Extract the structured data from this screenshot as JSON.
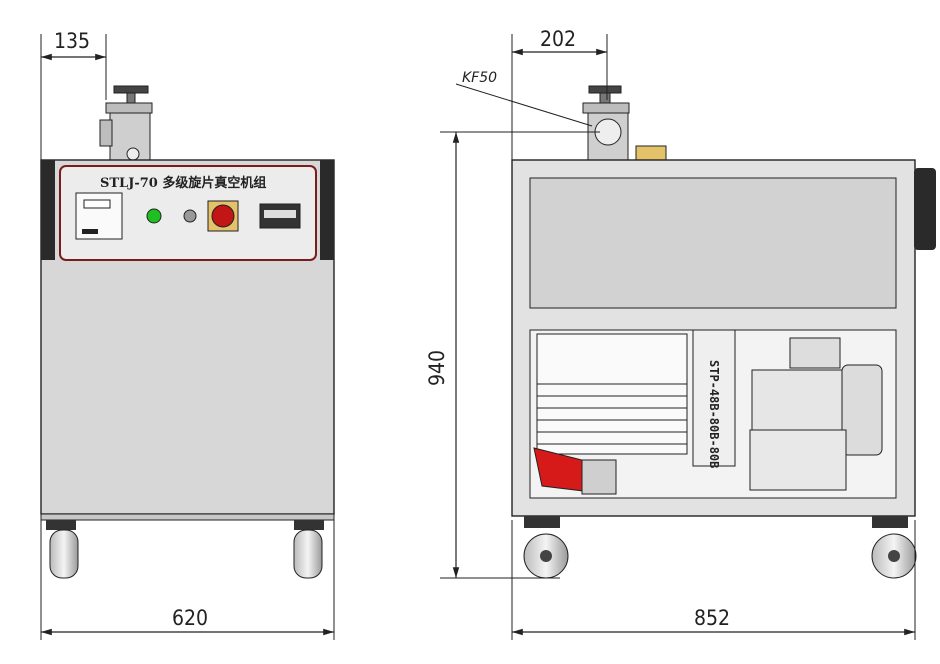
{
  "front_view": {
    "panel_title": "STLJ-70 多级旋片真空机组",
    "dimensions": {
      "top_offset": "135",
      "width": "620"
    }
  },
  "side_view": {
    "port_label": "KF50",
    "pump_model": "STP-48B-80B-80B",
    "dimensions": {
      "top_offset": "202",
      "height": "940",
      "width": "852"
    }
  },
  "colors": {
    "line": "#222222",
    "cabinet_fill": "#d7d7d7",
    "panel_fill": "#ececec",
    "panel_border": "#7a1c1c",
    "indicator_green": "#1fbf1f",
    "switch_red": "#c21515",
    "plug_red": "#d61a1a"
  }
}
